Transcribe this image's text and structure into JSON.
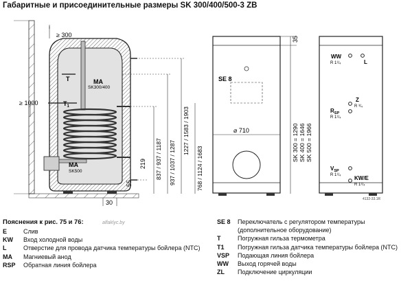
{
  "title": "Габаритные и присоединительные размеры SK 300/400/500-3 ZB",
  "drawing": {
    "dim_top_clearance": "≥ 300",
    "dim_side_clearance": "≥ 1000",
    "label_T": "T",
    "label_T1": "T",
    "label_T1_sub": "1",
    "label_MA_top": "MA",
    "label_MA_top_sub": "SK300/400",
    "label_MA_bottom": "MA",
    "label_MA_bottom_sub": "SK500",
    "dim_219": "219",
    "dim_55": "55",
    "dim_30": "30",
    "dim_837": "837 / 937 / 1187",
    "dim_937": "937 / 1037 / 1287",
    "dim_1227": "1227 / 1583 / 1903",
    "dim_768": "768 / 1124 / 1683",
    "label_se8": "SE 8",
    "dim_diameter": "⌀ 710",
    "dim_35": "35",
    "dim_sk300": "SK 300 = 1290",
    "dim_sk400": "SK 400 = 1646",
    "dim_sk500": "SK 500 = 1966",
    "rear_ww": "WW",
    "rear_ww_size": "R 1¹/₄",
    "rear_l": "L",
    "rear_z": "Z",
    "rear_z_size": "R ³/₄",
    "rear_rsp": "R",
    "rear_rsp_sub": "SP",
    "rear_rsp_size": "R 1¹/₄",
    "rear_vsp": "V",
    "rear_vsp_sub": "SP",
    "rear_vsp_size": "R 1¹/₄",
    "rear_kwe": "KW/E",
    "rear_kwe_size": "R 1¹/₄",
    "drawing_code": "4132-33.1R"
  },
  "legend": {
    "title": "Пояснения к рис. 75 и 76:",
    "watermark": "alfaklyc.by",
    "left": [
      {
        "key": "E",
        "text": "Слив"
      },
      {
        "key": "KW",
        "text": "Вход холодной воды"
      },
      {
        "key": "L",
        "text": "Отверстие для провода датчика температуры бойлера (NTC)"
      },
      {
        "key": "MA",
        "text": "Магниевый анод"
      },
      {
        "key": "RSP",
        "text": "Обратная линия бойлера"
      }
    ],
    "right": [
      {
        "key": "SE 8",
        "text": "Переключатель с регулятором температуры (дополнительное оборудование)"
      },
      {
        "key": "T",
        "text": "Погружная гильза термометра"
      },
      {
        "key": "T1",
        "text": "Погружная гильза датчика температуры бойлера (NTC)"
      },
      {
        "key": "VSP",
        "text": "Подающая линия бойлера"
      },
      {
        "key": "WW",
        "text": "Выход горячей воды"
      },
      {
        "key": "ZL",
        "text": "Подключение циркуляции"
      }
    ]
  }
}
